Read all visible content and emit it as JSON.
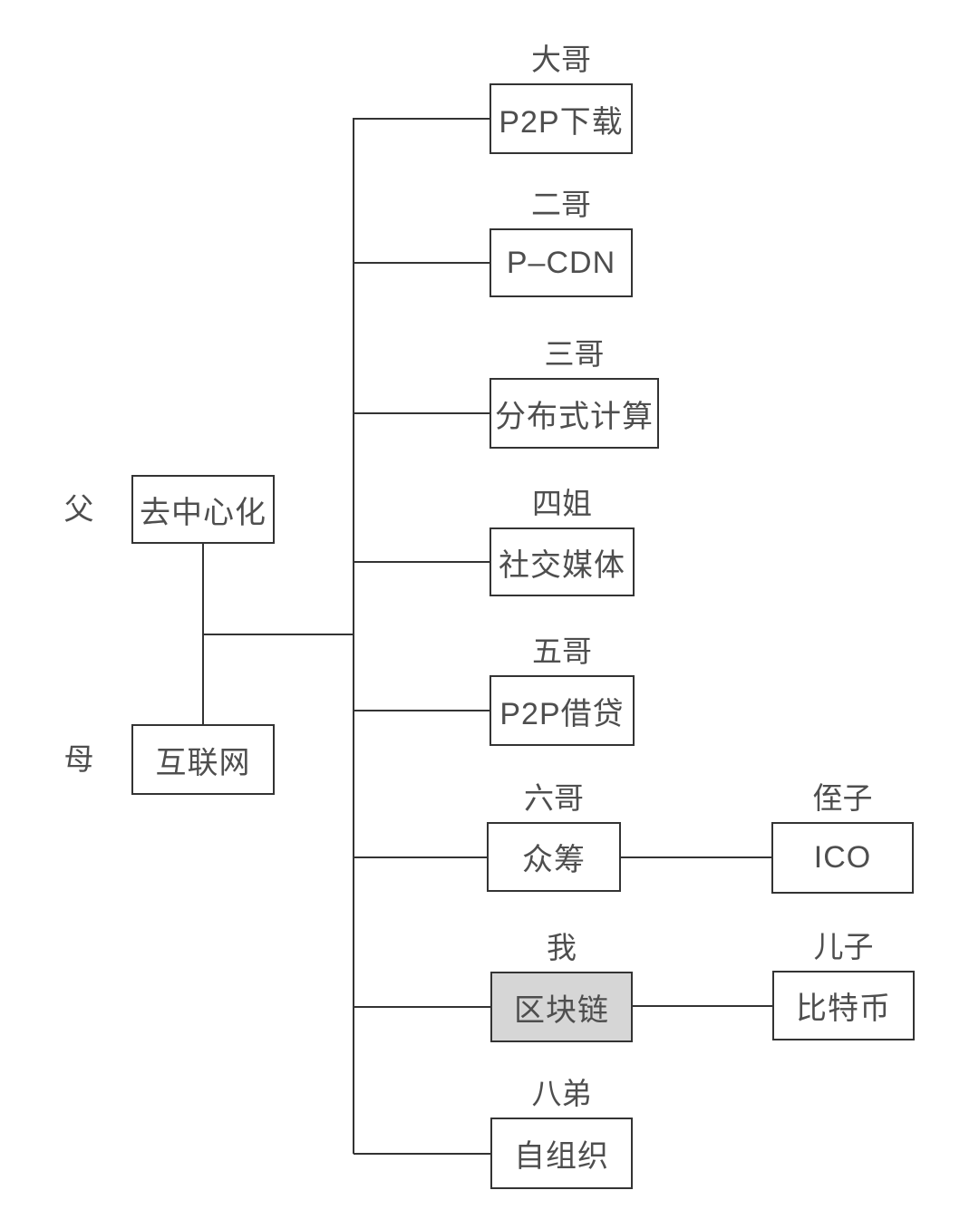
{
  "diagram": {
    "title_implicit": "区块链家谱图",
    "father": {
      "label": "父",
      "name": "去中心化"
    },
    "mother": {
      "label": "母",
      "name": "互联网"
    },
    "children": [
      {
        "relation": "大哥",
        "name": "P2P下载"
      },
      {
        "relation": "二哥",
        "name": "P–CDN"
      },
      {
        "relation": "三哥",
        "name": "分布式计算"
      },
      {
        "relation": "四姐",
        "name": "社交媒体"
      },
      {
        "relation": "五哥",
        "name": "P2P借贷"
      },
      {
        "relation": "六哥",
        "name": "众筹",
        "child": {
          "relation": "侄子",
          "name": "ICO"
        }
      },
      {
        "relation": "我",
        "name": "区块链",
        "highlighted": true,
        "child": {
          "relation": "儿子",
          "name": "比特币"
        }
      },
      {
        "relation": "八弟",
        "name": "自组织"
      }
    ],
    "colors": {
      "line": "#333333",
      "text": "#4e4e4e",
      "highlight_fill": "#d6d6d6",
      "background": "#ffffff"
    }
  }
}
